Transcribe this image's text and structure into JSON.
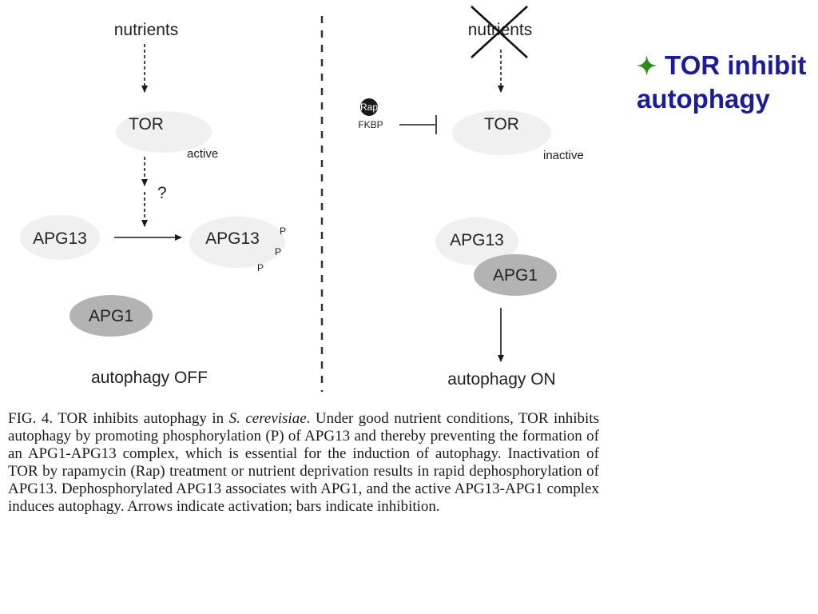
{
  "left_panel": {
    "nutrients": "nutrients",
    "tor": "TOR",
    "state": "active",
    "question": "?",
    "apg13_left": "APG13",
    "apg13_phos": "APG13",
    "phospho": "P",
    "apg1": "APG1",
    "outcome": "autophagy OFF"
  },
  "right_panel": {
    "nutrients": "nutrients",
    "rap": "Rap",
    "fkbp": "FKBP",
    "tor": "TOR",
    "state": "inactive",
    "apg13": "APG13",
    "apg1": "APG1",
    "outcome": "autophagy ON"
  },
  "side_note": {
    "bullet": "✦",
    "text": "TOR inhibit autophagy"
  },
  "caption": {
    "lead": "FIG. 4. TOR inhibits autophagy in ",
    "species": "S. cerevisiae",
    "body": ". Under good nutrient conditions, TOR inhibits autophagy by promoting phosphorylation (P) of APG13 and thereby preventing the formation of an APG1-APG13 complex, which is essential for the induction of autophagy. Inactivation of TOR by rapamycin (Rap) treatment or nutrient deprivation results in rapid dephosphorylation of APG13. Dephosphorylated APG13 associates with APG1, and the active APG13-APG1 complex induces autophagy. Arrows indicate activation; bars indicate inhibition."
  }
}
